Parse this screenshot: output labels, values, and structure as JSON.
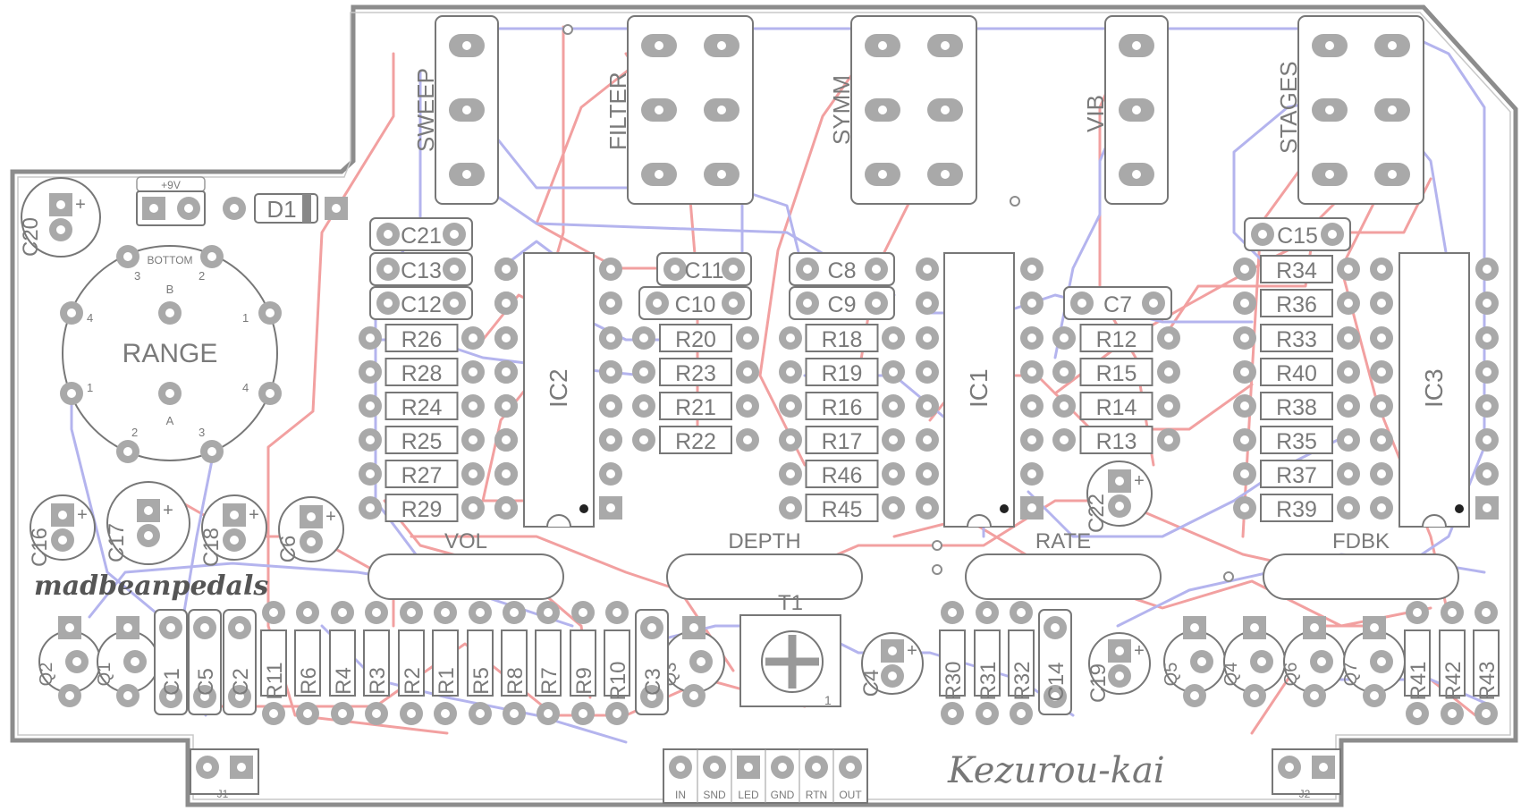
{
  "board": {
    "brand": "madbeanpedals",
    "project": "Kezurou-kai",
    "power_label": "+9V",
    "jacks": [
      "J1",
      "J2"
    ],
    "offboard_pads": [
      "IN",
      "SND",
      "LED",
      "GND",
      "RTN",
      "OUT"
    ]
  },
  "controls": {
    "switches": [
      "SWEEP",
      "FILTER",
      "SYMM",
      "VIB",
      "STAGES"
    ],
    "pots": [
      "VOL",
      "DEPTH",
      "RATE",
      "FDBK"
    ],
    "rotary": {
      "name": "RANGE",
      "top_label": "BOTTOM",
      "b_label": "B",
      "a_label": "A",
      "pin_numbers": [
        "3",
        "2",
        "4",
        "1",
        "1",
        "4",
        "2",
        "3"
      ]
    },
    "trimmer": "T1",
    "trimmer_pin": "1"
  },
  "ics": [
    "IC2",
    "IC1",
    "IC3"
  ],
  "diodes": [
    "D1"
  ],
  "polarity_mark": "+",
  "resistors": {
    "left_column": [
      "R26",
      "R28",
      "R24",
      "R25",
      "R27",
      "R29"
    ],
    "ic2_right": [
      "R20",
      "R23",
      "R21",
      "R22"
    ],
    "ic1_left": [
      "R18",
      "R19",
      "R16",
      "R17",
      "R46",
      "R45"
    ],
    "ic1_right": [
      "R12",
      "R15",
      "R14",
      "R13"
    ],
    "ic3_left": [
      "R34",
      "R36",
      "R33",
      "R40",
      "R38",
      "R35",
      "R37",
      "R39"
    ],
    "bottom_row": [
      "R11",
      "R6",
      "R4",
      "R3",
      "R2",
      "R1",
      "R5",
      "R8",
      "R7",
      "R9",
      "R10"
    ],
    "bottom_mid": [
      "R30",
      "R31",
      "R32"
    ],
    "bottom_right": [
      "R41",
      "R42",
      "R43"
    ]
  },
  "capacitors": {
    "film": [
      "C21",
      "C13",
      "C12",
      "C11",
      "C10",
      "C8",
      "C9",
      "C7",
      "C15"
    ],
    "electrolytic": [
      "C20",
      "C16",
      "C17",
      "C18",
      "C6",
      "C22",
      "C4",
      "C19"
    ],
    "bottom_film": [
      "C1",
      "C5",
      "C2",
      "C3",
      "C14"
    ]
  },
  "transistors": [
    "Q2",
    "Q1",
    "Q3",
    "Q5",
    "Q4",
    "Q6",
    "Q7"
  ],
  "colors": {
    "outline": "#888888",
    "pad": "#a9a9a9",
    "top_trace": "#f2a0a0",
    "bottom_trace": "#b4b4ee",
    "silkscreen": "#7a7a7a"
  }
}
